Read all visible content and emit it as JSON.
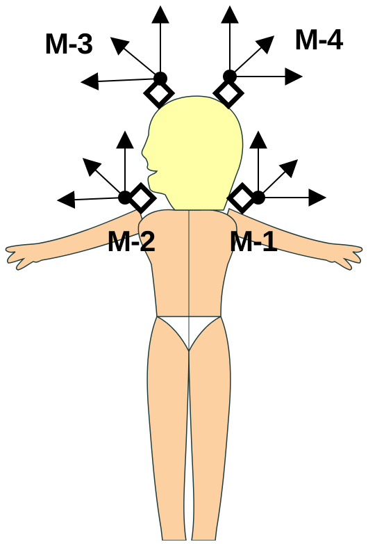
{
  "colors": {
    "background": "#ffffff",
    "head": "#ffffa8",
    "body": "#fdd0a2",
    "outline": "#1f3b3b",
    "marker": "#000000"
  },
  "labels": {
    "m1": "M-1",
    "m2": "M-2",
    "m3": "M-3",
    "m4": "M-4"
  }
}
